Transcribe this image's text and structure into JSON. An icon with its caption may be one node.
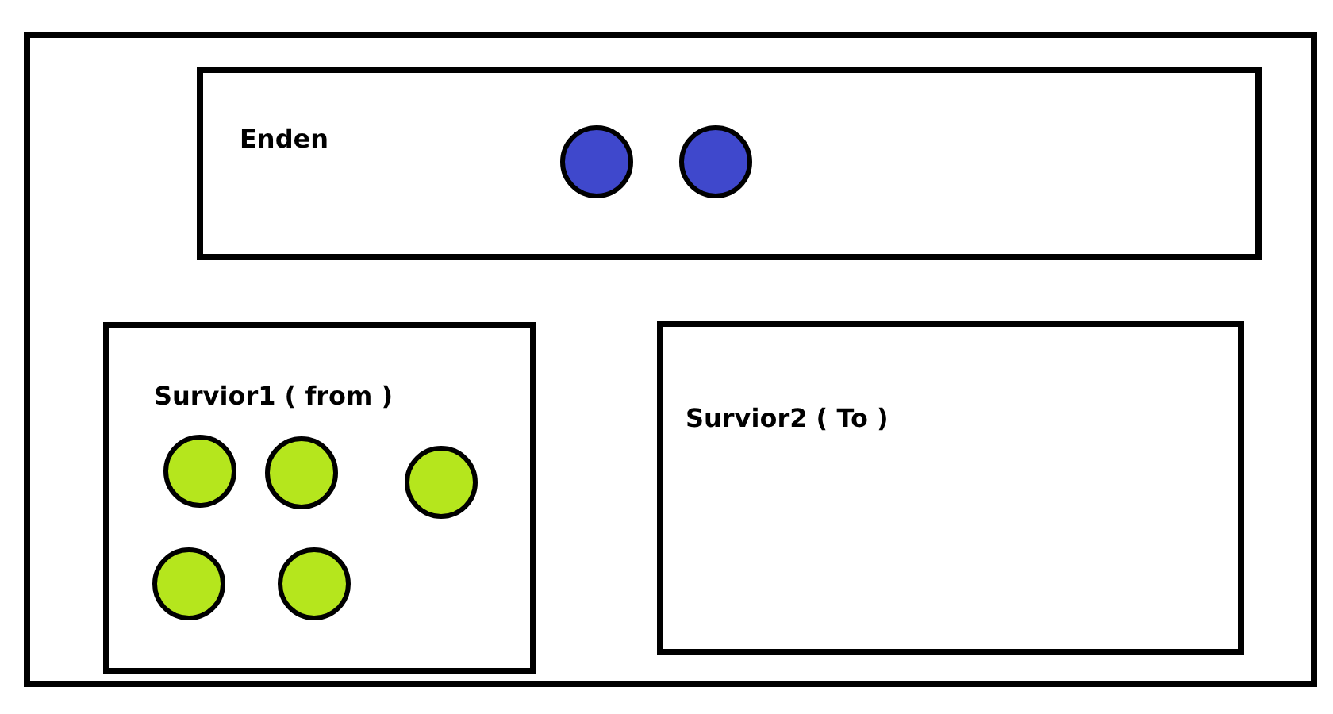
{
  "diagram": {
    "nodes": [
      {
        "text": [],
        "shape": "box"
      },
      {
        "text": [
          "Enden"
        ],
        "in": 0
      },
      {
        "text": [],
        "shape": "circle",
        "in": 1
      },
      {
        "text": [],
        "shape": "circle",
        "in": 1
      },
      {
        "text": [
          "Survior1 ( from )"
        ],
        "in": 0
      },
      {
        "text": [],
        "shape": "circle",
        "in": 4
      },
      {
        "text": [],
        "shape": "circle",
        "in": 4
      },
      {
        "text": [],
        "shape": "circle",
        "in": 4
      },
      {
        "text": [],
        "shape": "circle",
        "in": 4
      },
      {
        "text": [],
        "shape": "circle",
        "in": 4
      },
      {
        "text": [
          "Survior2 ( To )"
        ],
        "in": 0
      }
    ]
  }
}
